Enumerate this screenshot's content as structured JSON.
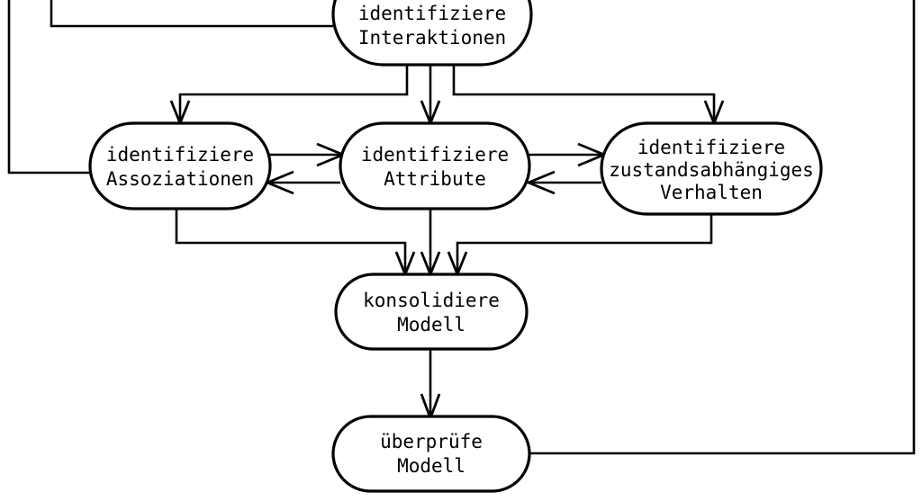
{
  "diagram": {
    "title": "",
    "colors": {
      "background": "#ffffff",
      "stroke": "#000000",
      "node_fill": "#ffffff",
      "text": "#000000"
    },
    "nodes": [
      {
        "id": "interaktionen",
        "lines": [
          "identifiziere",
          "Interaktionen"
        ],
        "line1": "identifiziere",
        "line2": "Interaktionen",
        "line3": ""
      },
      {
        "id": "assoziationen",
        "lines": [
          "identifiziere",
          "Assoziationen"
        ],
        "line1": "identifiziere",
        "line2": "Assoziationen",
        "line3": ""
      },
      {
        "id": "attribute",
        "lines": [
          "identifiziere",
          "Attribute"
        ],
        "line1": "identifiziere",
        "line2": "Attribute",
        "line3": ""
      },
      {
        "id": "verhalten",
        "lines": [
          "identifiziere",
          "zustandsabhängiges",
          "Verhalten"
        ],
        "line1": "identifiziere",
        "line2": "zustandsabhängiges",
        "line3": "Verhalten"
      },
      {
        "id": "konsolidiere",
        "lines": [
          "konsolidiere",
          "Modell"
        ],
        "line1": "konsolidiere",
        "line2": "Modell",
        "line3": ""
      },
      {
        "id": "ueberpruefe",
        "lines": [
          "überprüfe",
          "Modell"
        ],
        "line1": "überprüfe",
        "line2": "Modell",
        "line3": ""
      }
    ],
    "edges": [
      {
        "id": "interaktionen-to-assoziationen",
        "from": "interaktionen",
        "to": "assoziationen",
        "arrow": "single"
      },
      {
        "id": "interaktionen-to-attribute",
        "from": "interaktionen",
        "to": "attribute",
        "arrow": "single"
      },
      {
        "id": "interaktionen-to-verhalten",
        "from": "interaktionen",
        "to": "verhalten",
        "arrow": "single"
      },
      {
        "id": "assoziationen-to-attribute",
        "from": "assoziationen",
        "to": "attribute",
        "arrow": "single"
      },
      {
        "id": "attribute-to-assoziationen",
        "from": "attribute",
        "to": "assoziationen",
        "arrow": "single"
      },
      {
        "id": "attribute-to-verhalten",
        "from": "attribute",
        "to": "verhalten",
        "arrow": "single"
      },
      {
        "id": "verhalten-to-attribute",
        "from": "verhalten",
        "to": "attribute",
        "arrow": "single"
      },
      {
        "id": "assoziationen-to-konsolidiere",
        "from": "assoziationen",
        "to": "konsolidiere",
        "arrow": "single"
      },
      {
        "id": "attribute-to-konsolidiere",
        "from": "attribute",
        "to": "konsolidiere",
        "arrow": "single"
      },
      {
        "id": "verhalten-to-konsolidiere",
        "from": "verhalten",
        "to": "konsolidiere",
        "arrow": "single"
      },
      {
        "id": "konsolidiere-to-ueberpruefe",
        "from": "konsolidiere",
        "to": "ueberpruefe",
        "arrow": "single"
      },
      {
        "id": "assoziationen-feedback-left",
        "from": "assoziationen",
        "to": "offscreen-top",
        "arrow": "none"
      },
      {
        "id": "interaktionen-feedback-left",
        "from": "interaktionen",
        "to": "offscreen-top",
        "arrow": "none"
      },
      {
        "id": "ueberpruefe-feedback-right",
        "from": "ueberpruefe",
        "to": "offscreen-top",
        "arrow": "none"
      }
    ]
  }
}
